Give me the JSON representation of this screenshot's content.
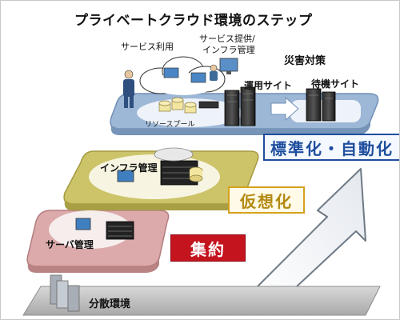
{
  "title": "プライベートクラウド環境のステップ",
  "labels": {
    "service_use": "サービス利用",
    "service_provide_line1": "サービス提供/",
    "service_provide_line2": "インフラ管理",
    "disaster": "災害対策",
    "operation_site": "運用サイト",
    "standby_site": "待機サイト",
    "resource_pool": "リソースプール",
    "infra_mgmt": "インフラ管理",
    "server_mgmt": "サーバ管理",
    "distributed": "分散環境"
  },
  "steps": {
    "consolidation": "集約",
    "virtualization": "仮想化",
    "standardization": "標準化・自動化"
  },
  "colors": {
    "step_red": "#c4141e",
    "step_gold": "#d4a21b",
    "step_blue": "#1f4e9d",
    "layer_pink": "#dcaaab",
    "layer_olive": "#cdc46a",
    "layer_blue": "#9db7d6",
    "layer_gray": "#bdbdbd"
  }
}
